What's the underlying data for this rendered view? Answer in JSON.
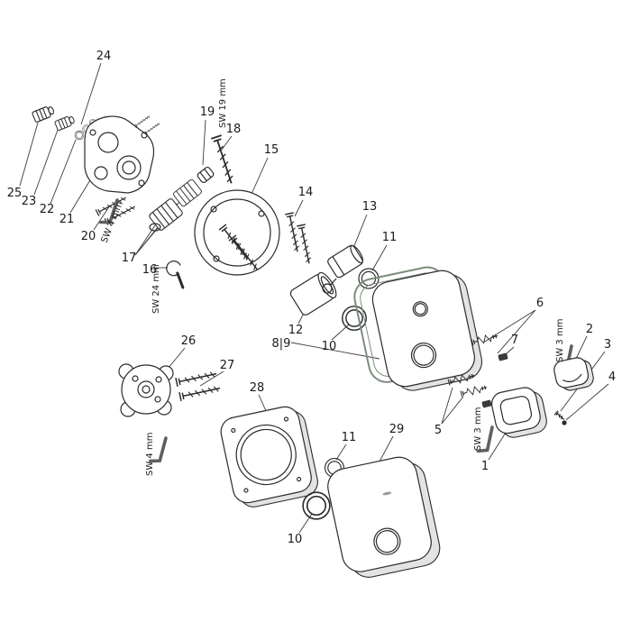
{
  "figure": {
    "type": "exploded-parts-diagram",
    "part_labels": {
      "p1": "1",
      "p2": "2",
      "p3": "3",
      "p4": "4",
      "p5": "5",
      "p6": "6",
      "p7": "7",
      "p8_9": "8|9",
      "p10a": "10",
      "p10b": "10",
      "p11a": "11",
      "p11b": "11",
      "p12": "12",
      "p13": "13",
      "p14": "14",
      "p15": "15",
      "p16": "16",
      "p17": "17",
      "p18": "18",
      "p19": "19",
      "p20": "20",
      "p21": "21",
      "p22": "22",
      "p23": "23",
      "p24": "24",
      "p25": "25",
      "p26": "26",
      "p27": "27",
      "p28": "28",
      "p29": "29"
    },
    "tool_labels": {
      "sw19": "SW 19 mm",
      "sw4_top": "SW 4 mm",
      "sw24": "SW 24 mm",
      "sw3_right": "SW 3 mm",
      "sw3_mid": "SW 3 mm",
      "sw4_bottom": "SW 4 mm"
    },
    "colors": {
      "line": "#2b2b2b",
      "gasket_seal": "#7d8d7d",
      "metal_shade": "#e3e3e3"
    }
  }
}
